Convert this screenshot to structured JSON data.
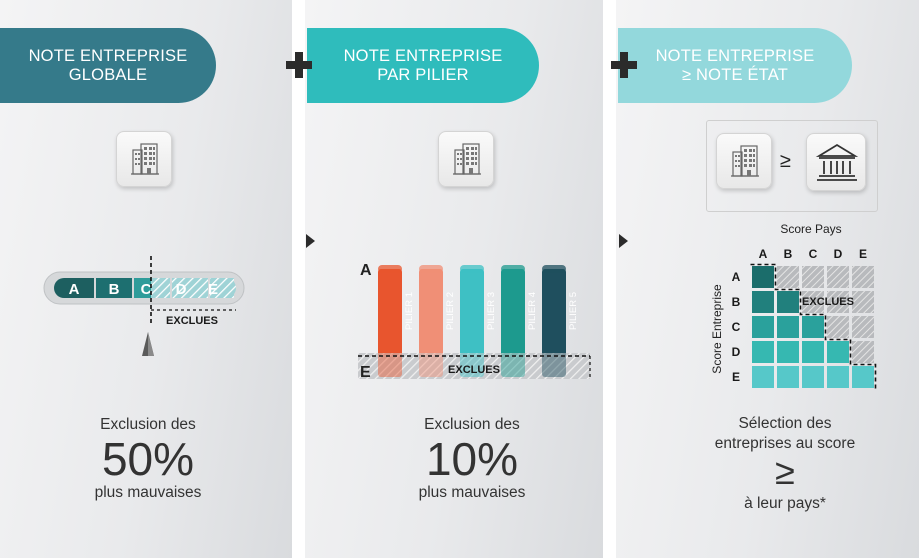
{
  "panel1": {
    "title_line1": "NOTE ENTREPRISE",
    "title_line2": "GLOBALE",
    "grades": [
      "A",
      "B",
      "C",
      "D",
      "E"
    ],
    "excluded_label": "EXCLUES",
    "text_top": "Exclusion des",
    "text_big": "50%",
    "text_bottom": "plus mauvaises"
  },
  "panel2": {
    "title_line1": "NOTE ENTREPRISE",
    "title_line2": "PAR PILIER",
    "axis_top": "A",
    "axis_bottom": "E",
    "pillars": [
      {
        "label": "PILIER 1",
        "color": "#e8552e"
      },
      {
        "label": "PILIER 2",
        "color": "#f08f76"
      },
      {
        "label": "PILIER 3",
        "color": "#3ec0c4"
      },
      {
        "label": "PILIER 4",
        "color": "#1d9a8e"
      },
      {
        "label": "PILIER 5",
        "color": "#1f4f5e"
      }
    ],
    "excluded_label": "EXCLUES",
    "text_top": "Exclusion des",
    "text_big": "10%",
    "text_bottom": "plus mauvaises"
  },
  "panel3": {
    "title_line1": "NOTE ENTREPRISE",
    "title_line2": "≥ NOTE ÉTAT",
    "compare_symbol": "≥",
    "matrix_col_title": "Score Pays",
    "matrix_row_title": "Score Entreprise",
    "matrix_cols": [
      "A",
      "B",
      "C",
      "D",
      "E"
    ],
    "matrix_rows": [
      "A",
      "B",
      "C",
      "D",
      "E"
    ],
    "excluded_label": "EXCLUES",
    "text_line1": "Sélection des",
    "text_line2": "entreprises au score",
    "text_big": "≥",
    "text_bottom": "à leur pays*"
  }
}
